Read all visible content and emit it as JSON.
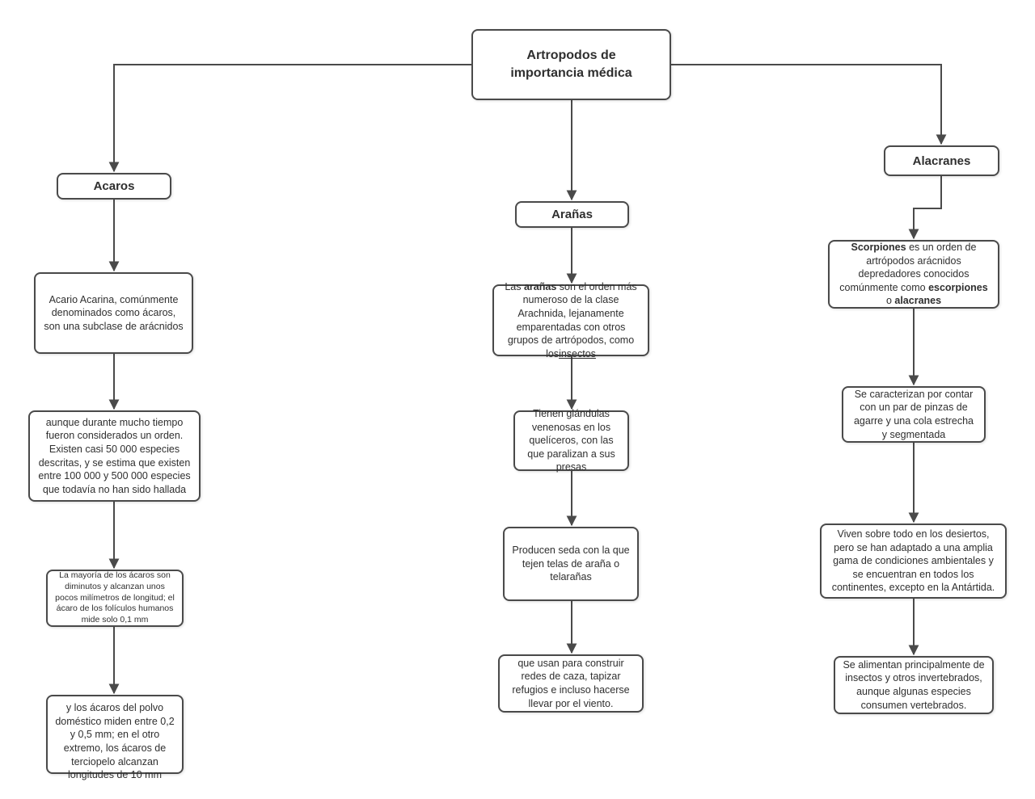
{
  "root": {
    "title": "Artropodos de importancia médica"
  },
  "acaros": {
    "label": "Acaros",
    "box1": {
      "text": "Acario Acarina, comúnmente denominados como ácaros, son una subclase de arácnidos"
    },
    "box2": {
      "text": "aunque durante mucho tiempo fueron considerados un orden. Existen casi 50 000 especies descritas, y se estima que existen entre 100 000 y 500 000 especies que todavía no han sido hallada"
    },
    "box3": {
      "text": "La mayoría de los ácaros son diminutos y alcanzan unos pocos milímetros de longitud; el ácaro de los folículos humanos mide solo 0,1 mm"
    },
    "box4": {
      "text": "y los ácaros del polvo doméstico miden entre 0,2 y 0,5 mm; en el otro extremo, los ácaros de terciopelo alcanzan longitudes de 10 mm"
    }
  },
  "aranas": {
    "label": "Arañas",
    "box1": {
      "seg0": "Las ",
      "seg1": "arañas",
      "seg2": " son el orden más numeroso de la clase Arachnida, lejanamente emparentadas con otros grupos de artrópodos, como los",
      "seg3": "insectos"
    },
    "box2": {
      "text": "Tienen glándulas venenosas en los quelíceros, con las que paralizan a sus presas"
    },
    "box3": {
      "text": "Producen seda con la que tejen telas de araña o telarañas"
    },
    "box4": {
      "text": "que usan para construir redes de caza, tapizar refugios e incluso hacerse llevar por el viento."
    }
  },
  "alacranes": {
    "label": "Alacranes",
    "box1": {
      "seg0": "Scorpiones",
      "seg1": " es un orden de artrópodos arácnidos depredadores conocidos comúnmente como ",
      "seg2": "escorpiones",
      "seg3": " o ",
      "seg4": "alacranes"
    },
    "box2": {
      "text": "Se caracterizan por contar con un par de pinzas de agarre y una cola estrecha y segmentada"
    },
    "box3": {
      "text": "Viven sobre todo en los desiertos, pero se han adaptado a una amplia gama de condiciones ambientales y se encuentran en todos los continentes, excepto en la Antártida."
    },
    "box4": {
      "text": "Se alimentan principalmente de insectos y otros invertebrados, aunque algunas especies consumen vertebrados."
    }
  },
  "colors": {
    "line": "#4a4a4a",
    "node_border": "#4a4a4a",
    "node_fill": "#ffffff",
    "text": "#2f2f2f",
    "background": "#ffffff"
  }
}
